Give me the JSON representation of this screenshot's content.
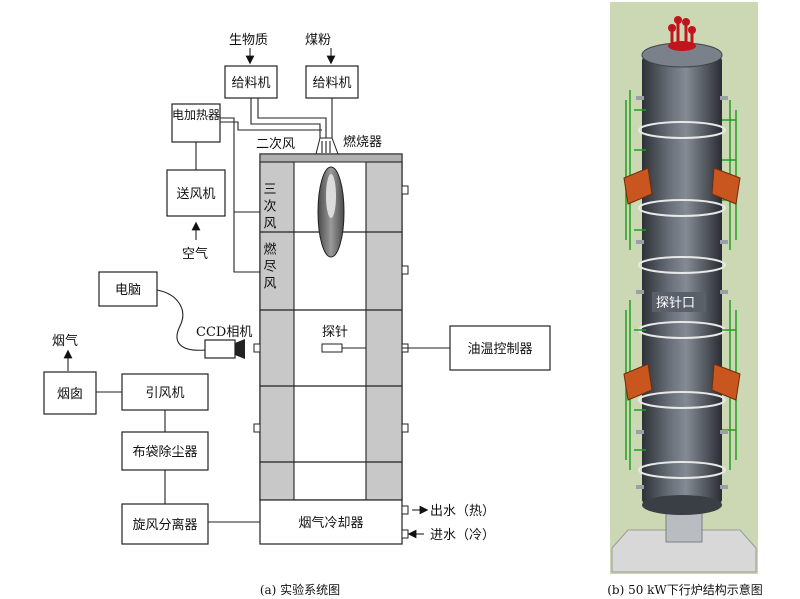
{
  "left_diagram": {
    "inputs": {
      "biomass": "生物质",
      "coal_powder": "煤粉"
    },
    "boxes": {
      "feeder_left": "给料机",
      "feeder_right": "给料机",
      "electric_heater": "电加热器",
      "blower": "送风机",
      "computer": "电脑",
      "chimney": "烟囱",
      "induced_fan": "引风机",
      "bag_filter": "布袋除尘器",
      "cyclone": "旋风分离器",
      "flue_gas_cooler": "烟气冷却器",
      "oil_temp_controller": "油温控制器"
    },
    "labels": {
      "secondary_air": "二次风",
      "burner": "燃烧器",
      "tertiary_air": "三次风",
      "burnout_air": "燃尽风",
      "air": "空气",
      "flue_gas": "烟气",
      "ccd_camera": "CCD相机",
      "probe": "探针",
      "water_out": "出水（热）",
      "water_in": "进水（冷）"
    },
    "caption": "(a) 实验系统图"
  },
  "right_diagram": {
    "probe_port": "探针口",
    "caption": "(b) 50 kW下行炉结构示意图",
    "colors": {
      "background": "#ccd8b4",
      "body": "#4a4f58",
      "accent": "#c8561e",
      "pipes": "#1fa01f",
      "top": "#c0141e"
    }
  }
}
